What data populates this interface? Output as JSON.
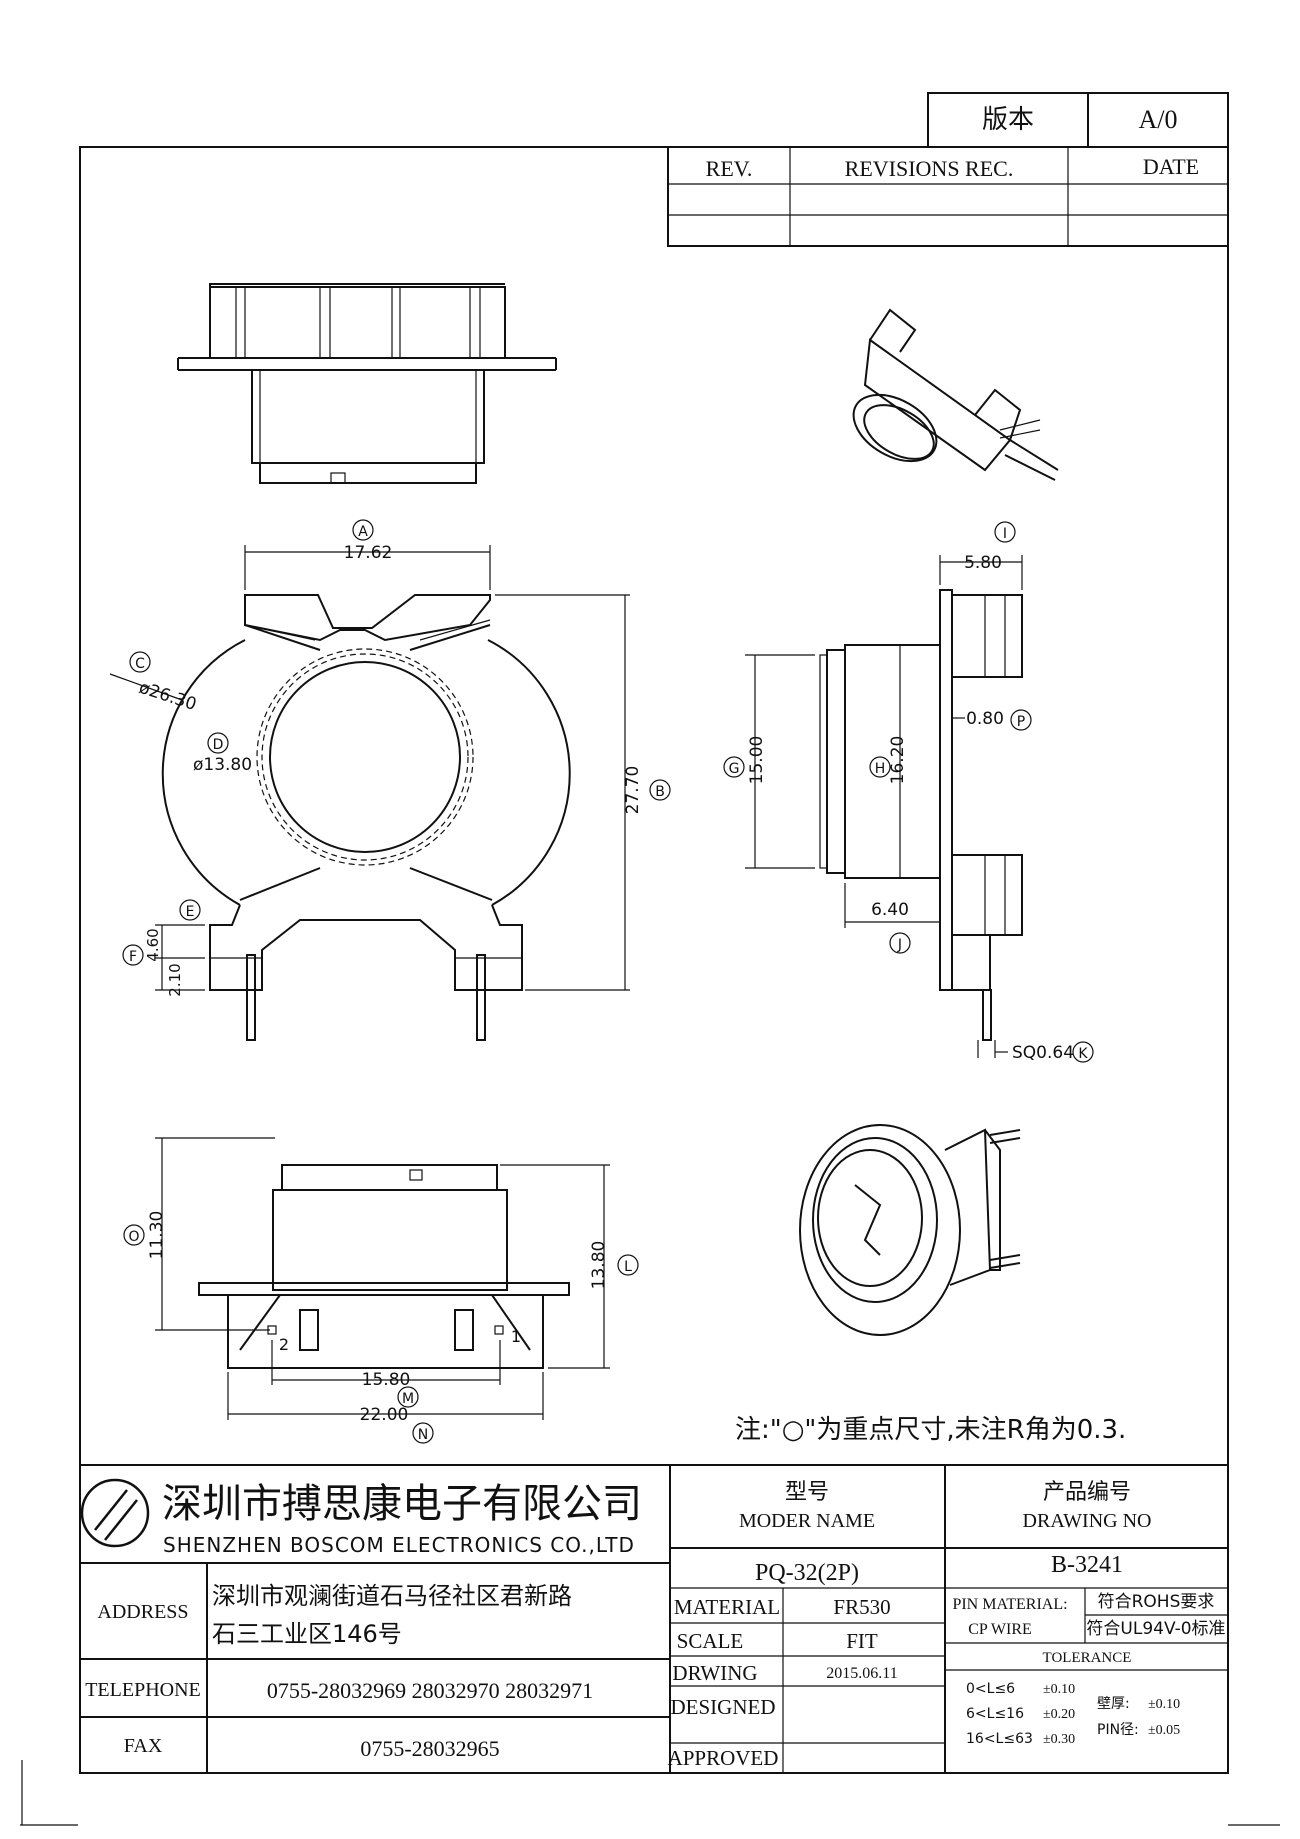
{
  "revision_box": {
    "version_label": "版本",
    "version_value": "A/0",
    "col_rev": "REV.",
    "col_revisions": "REVISIONS REC.",
    "col_date": "DATE"
  },
  "dimensions": {
    "A": {
      "label": "A",
      "value": "17.62"
    },
    "B": {
      "label": "B",
      "value": "27.70"
    },
    "C": {
      "label": "C",
      "value": "ø26.30"
    },
    "D": {
      "label": "D",
      "value": "ø13.80"
    },
    "E": {
      "label": "E",
      "value": ""
    },
    "F": {
      "label": "F",
      "value": "4.60"
    },
    "F2": {
      "value": "2.10"
    },
    "G": {
      "label": "G",
      "value": "15.00"
    },
    "H": {
      "label": "H",
      "value": "16.20"
    },
    "I": {
      "label": "I",
      "value": "5.80"
    },
    "J": {
      "label": "J",
      "value": "6.40"
    },
    "K": {
      "label": "K",
      "value": "SQ0.64"
    },
    "L": {
      "label": "L",
      "value": "13.80"
    },
    "M": {
      "label": "M",
      "value": "15.80"
    },
    "N": {
      "label": "N",
      "value": "22.00"
    },
    "O": {
      "label": "O",
      "value": "11.30"
    },
    "P": {
      "label": "P",
      "value": "0.80"
    }
  },
  "pins": {
    "pin1": "1",
    "pin2": "2"
  },
  "note": "注:\"○\"为重点尺寸,未注R角为0.3.",
  "title_block": {
    "company_cn": "深圳市搏思康电子有限公司",
    "company_en": "SHENZHEN BOSCOM ELECTRONICS CO.,LTD",
    "model_label_cn": "型号",
    "model_label_en": "MODER NAME",
    "model_value": "PQ-32(2P)",
    "drawing_label_cn": "产品编号",
    "drawing_label_en": "DRAWING NO",
    "drawing_value": "B-3241",
    "address_label": "ADDRESS",
    "address_line1": "深圳市观澜街道石马径社区君新路",
    "address_line2": "石三工业区146号",
    "telephone_label": "TELEPHONE",
    "telephone_value": "0755-28032969 28032970 28032971",
    "fax_label": "FAX",
    "fax_value": "0755-28032965",
    "material_label": "MATERIAL",
    "material_value": "FR530",
    "scale_label": "SCALE",
    "scale_value": "FIT",
    "drwing_label": "DRWING",
    "drwing_value": "2015.06.11",
    "designed_label": "DESIGNED",
    "approved_label": "APPROVED",
    "pin_material_label": "PIN MATERIAL:",
    "cp_wire_label": "CP WIRE",
    "rohs_value": "符合ROHS要求",
    "ul_value": "符合UL94V-0标准",
    "tolerance_label": "TOLERANCE",
    "tol_row1_range": "0<L≤6",
    "tol_row1_val": "±0.10",
    "tol_row2_range": "6<L≤16",
    "tol_row2_val": "±0.20",
    "tol_row3_range": "16<L≤63",
    "tol_row3_val": "±0.30",
    "wall_label": "壁厚:",
    "wall_val": "±0.10",
    "pin_dia_label": "PIN径:",
    "pin_dia_val": "±0.05"
  }
}
